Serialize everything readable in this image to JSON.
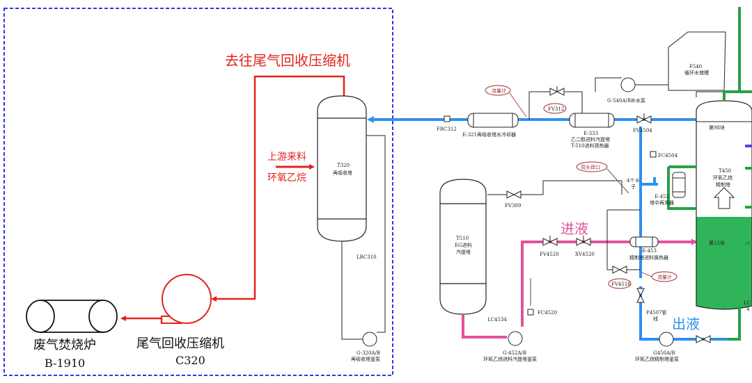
{
  "callouts": {
    "to_compressor": "去往尾气回收压缩机",
    "upstream_1": "上游来料",
    "upstream_2": "环氧乙烷",
    "incinerator_name": "废气焚烧炉",
    "incinerator_tag": "B-1910",
    "compressor_name": "尾气回收压缩机",
    "compressor_tag": "C320",
    "feed_in": "进液",
    "liquid_out": "出液"
  },
  "equipment": {
    "t320_tag": "T320",
    "t320_name": "再吸收塔",
    "lrc310": "LRC310",
    "g320_tag": "G-320A/B",
    "g320_name": "再吸收塔釜泵",
    "frc312": "FRC312",
    "e321": "E-321再吸收塔水冷却器",
    "flowmeter_1": "流量计",
    "fv312": "FV312",
    "e333_tag": "E-333",
    "e333_name1": "乙二醇进料汽提塔",
    "e333_name2": "T-510进料预热器",
    "g540": "G-540A/B补水泵",
    "f540_tag": "F540",
    "f540_name": "循环水储槽",
    "fv4504": "FV4504",
    "fc4504": "FC4504",
    "weld_port": "弯头焊口",
    "fv309": "FV309",
    "four_card_1": "4个卡",
    "four_card_2": "子",
    "e452_tag": "E-452",
    "e452_name": "塔中再沸器",
    "t510_tag": "T510",
    "t510_name1": "EG进料",
    "t510_name2": "汽提塔",
    "fv4520": "FV4520",
    "xv4520": "XV4520",
    "e453_tag": "E-453",
    "e453_name": "精制塔进料换热器",
    "flowmeter_2": "流量计",
    "fv4516": "FV4516",
    "p4507_1": "P4507管",
    "p4507_2": "线",
    "fc4520": "FC4520",
    "lc4534": "LC4534",
    "g452_tag": "G-452A/B",
    "g452_name": "环氧乙烷进料汽提塔釜泵",
    "g450_tag": "G450A/B",
    "g450_name": "环氧乙烷精制塔釜泵",
    "t450_tray_top": "第98块",
    "t450_tag": "T450",
    "t450_name1": "环氧乙烷",
    "t450_name2": "精制塔",
    "t450_tray_mid": "第15块",
    "t450_lc_1": "LC",
    "t450_lc_2": "4"
  },
  "colors": {
    "highlight_box": "#2f37e6",
    "red_line": "#e2241c",
    "blue_line": "#2e8ff0",
    "pink_line": "#e2529b",
    "green_line": "#27a048",
    "liquid_fill": "#2fb45a",
    "purple_line": "#5a3fd8"
  }
}
